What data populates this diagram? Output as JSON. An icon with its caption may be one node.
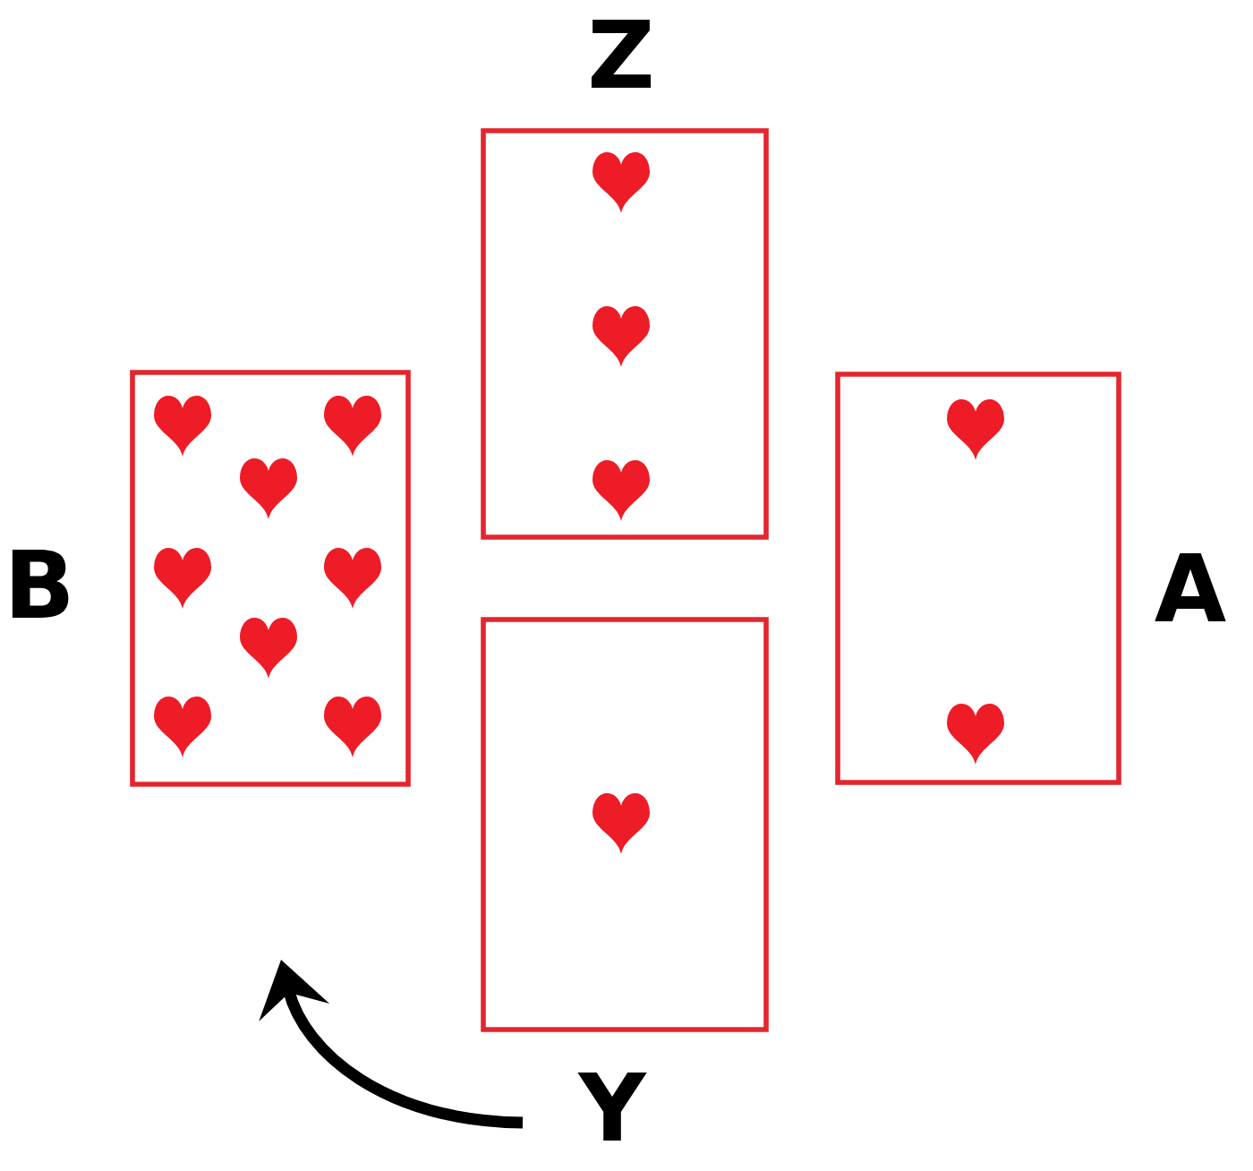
{
  "diagram": {
    "nodes": [
      {
        "text": [
          "Z"
        ]
      },
      {
        "text": [
          "B"
        ]
      },
      {
        "text": [
          "A"
        ]
      },
      {
        "text": [
          "Y"
        ]
      }
    ]
  }
}
